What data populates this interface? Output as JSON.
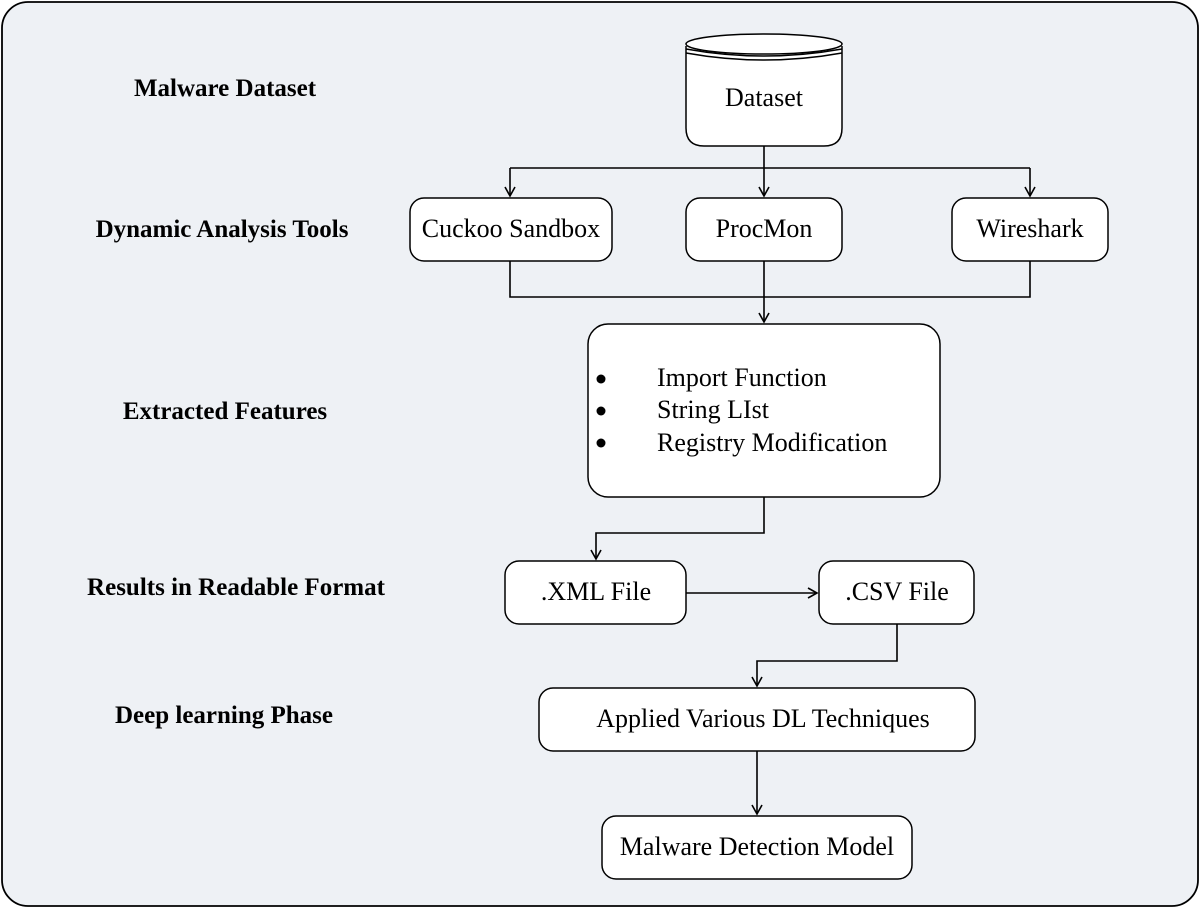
{
  "colors": {
    "panel_background": "#eef1f5",
    "panel_border": "#000000",
    "box_fill": "#ffffff",
    "line": "#000000"
  },
  "stages": {
    "malware_dataset": "Malware Dataset",
    "dynamic_analysis_tools": "Dynamic Analysis Tools",
    "extracted_features": "Extracted Features",
    "results_readable_format": "Results in Readable Format",
    "deep_learning_phase": "Deep learning Phase"
  },
  "nodes": {
    "dataset": "Dataset",
    "cuckoo": "Cuckoo Sandbox",
    "procmon": "ProcMon",
    "wireshark": "Wireshark",
    "features": [
      "Import Function",
      "String LIst",
      "Registry Modification"
    ],
    "xml_file": ".XML File",
    "csv_file": ".CSV File",
    "dl_techniques": "Applied Various DL Techniques",
    "detection_model": "Malware Detection Model"
  },
  "icons": {
    "dataset": "database-cylinder-icon",
    "bullet": "bullet-dot"
  }
}
